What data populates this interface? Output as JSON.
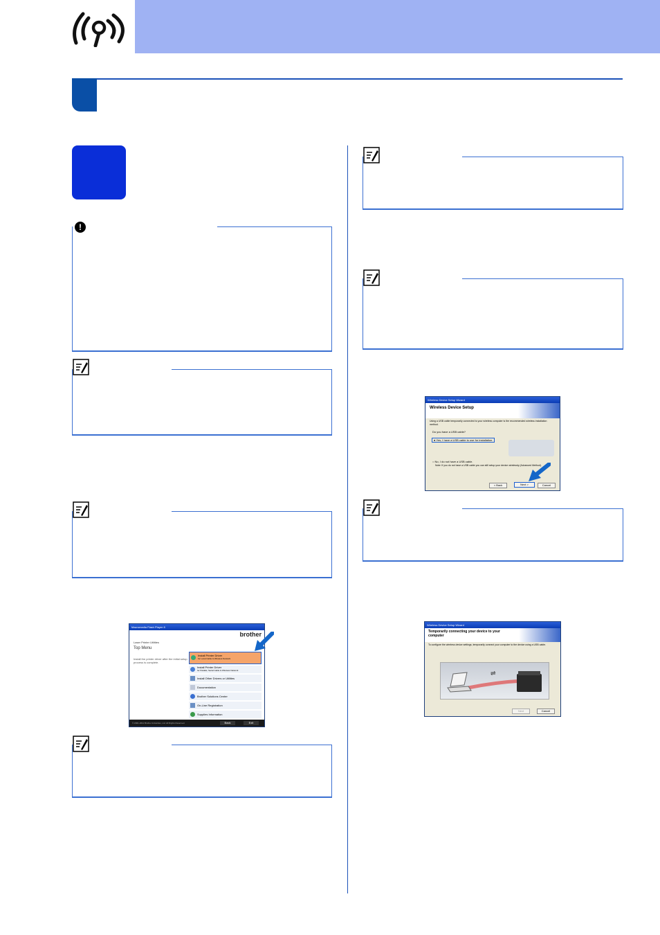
{
  "brand": {
    "header_color": "#9fb2f3",
    "accent": "#1a50b8",
    "badge_color": "#0a2ed8",
    "logo_icon": "wireless-logo-icon",
    "note_icon": "note-pencil-icon",
    "important_icon": "exclamation-icon",
    "arrow_icon": "blue-arrow-icon"
  },
  "screenshot_top_menu": {
    "window_title": "Macromedia Flash Player 8",
    "brand_logo": "brother",
    "subtitle": "Laser Printer Utilities",
    "heading": "Top Menu",
    "description": "Install the printer driver after the initial setup process is complete.",
    "menu": [
      {
        "label": "Install Printer Driver",
        "sub": "for Local Cable & Wireless Network"
      },
      {
        "label": "Install Printer Driver",
        "sub": "for Parallel, Serial Cable & Wireless Network"
      },
      {
        "label": "Install Other Drivers or Utilities",
        "sub": ""
      },
      {
        "label": "Documentation",
        "sub": ""
      },
      {
        "label": "Brother Solutions Center",
        "sub": ""
      },
      {
        "label": "On-Line Registration",
        "sub": ""
      },
      {
        "label": "Supplies Information",
        "sub": ""
      }
    ],
    "copyright": "© 2001-2011 Brother Industries, Ltd. All Rights Reserved.",
    "back_label": "Back",
    "exit_label": "Exit"
  },
  "screenshot_wireless_setup": {
    "window_title": "Wireless Device Setup Wizard",
    "heading": "Wireless Device Setup",
    "intro": "Using a USB cable temporarily connected to your wireless computer is the recommended wireless installation method.",
    "question": "Do you have a USB cable?",
    "option_yes": "Yes, I have a USB cable to use for installation.",
    "option_no": "No, I do not have a USB cable.",
    "option_no_note": "Note: If you do not have a USB cable you can still setup your device wirelessly (Advanced Method).",
    "back_label": "< Back",
    "next_label": "Next >",
    "cancel_label": "Cancel"
  },
  "screenshot_connect": {
    "window_title": "Wireless Device Setup Wizard",
    "heading": "Temporarily connecting your device to your computer",
    "instruction": "To configure the wireless device settings, temporarily connect your computer to the device using a USB cable.",
    "usb_symbol": "⇌",
    "next_label": "Next",
    "cancel_label": "Cancel"
  }
}
